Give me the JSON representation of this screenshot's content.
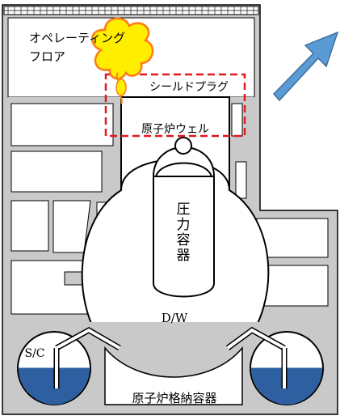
{
  "labels": {
    "operating_floor_line1": "オペレーティング",
    "operating_floor_line2": "フロア",
    "shield_plug": "シールドプラグ",
    "reactor_well": "原子炉ウェル",
    "pressure_vessel_chars": [
      "圧",
      "力",
      "容",
      "器"
    ],
    "drywell": "D/W",
    "suppression_chamber": "S/C",
    "containment_vessel": "原子炉格納容器"
  },
  "colors": {
    "building_wall": "#c9c9c9",
    "explosion_fill": "#ffee00",
    "explosion_outline": "#ff7a1a",
    "shield_plug_dash": "#e0191f",
    "reactor_well_fill": "#fbe6b8",
    "water": "#2e5fa0",
    "arrow": "#5b9bd5",
    "arrow_outline": "#3e6f9c"
  },
  "icons": [
    "explosion-cloud-icon",
    "arrow-icon"
  ]
}
